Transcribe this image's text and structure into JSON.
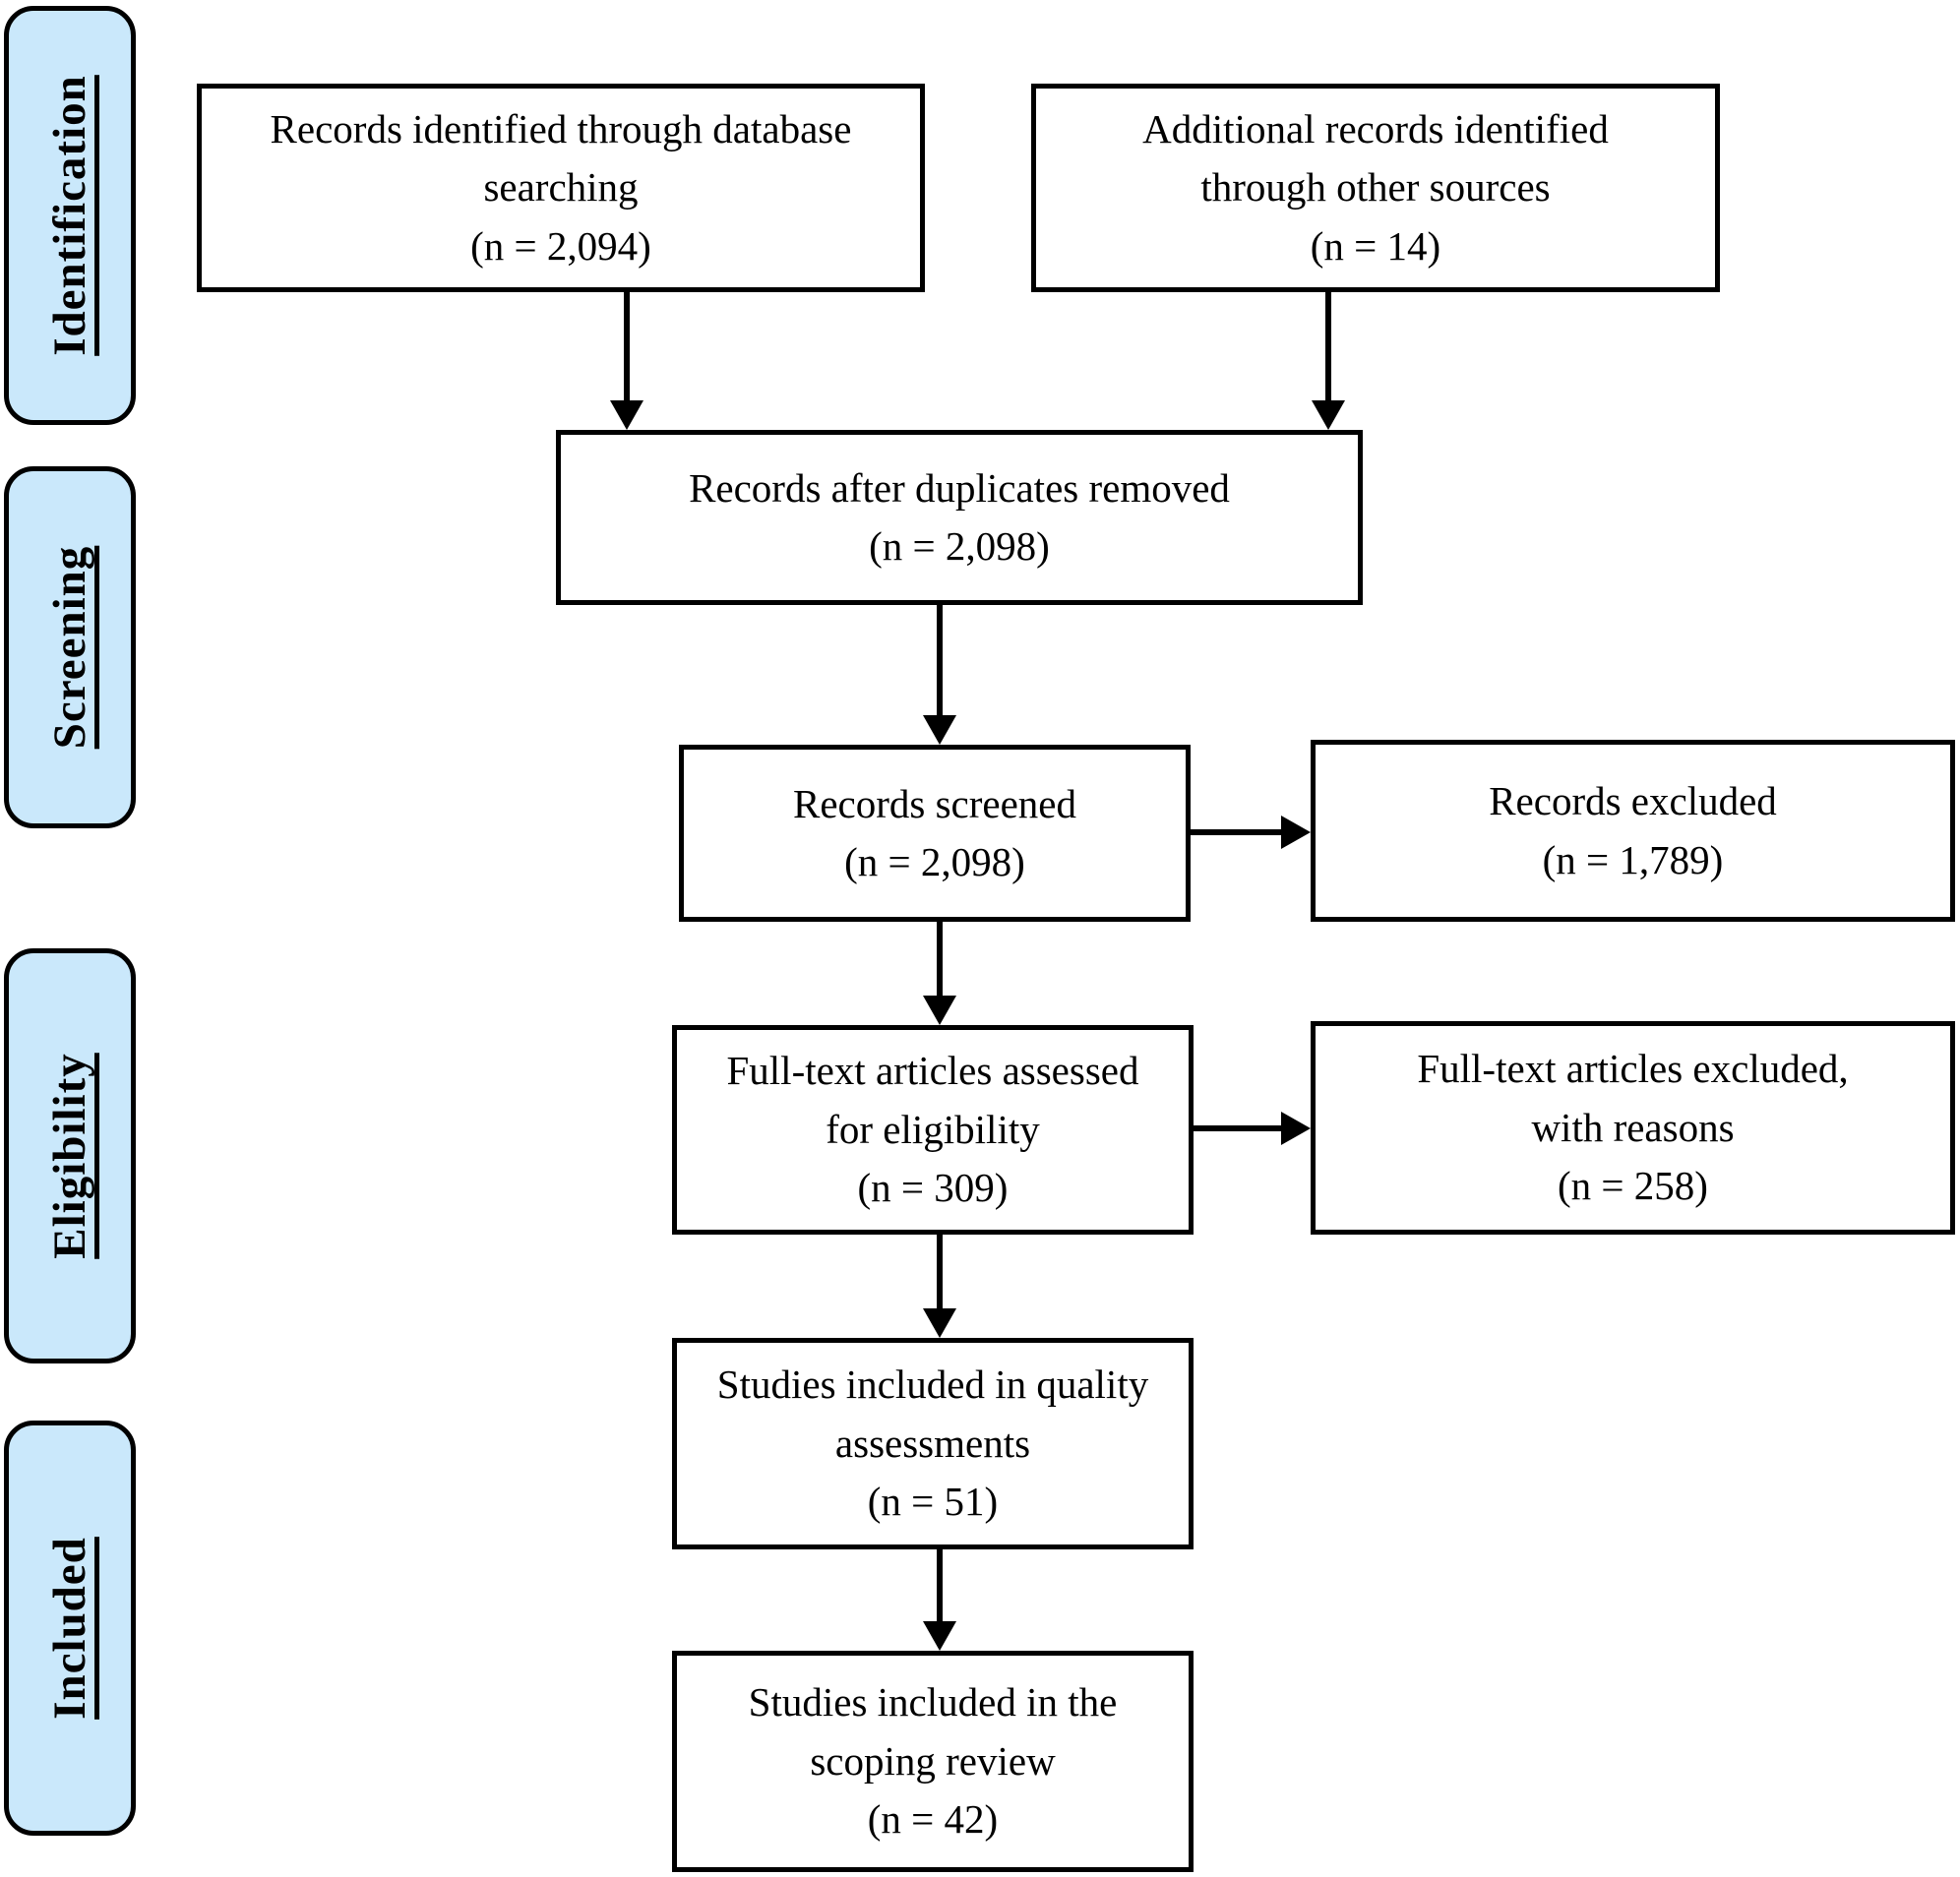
{
  "sidebar": {
    "fill_color": "#cae8fb",
    "items": [
      {
        "label": "Identification"
      },
      {
        "label": "Screening"
      },
      {
        "label": "Eligibility"
      },
      {
        "label": "Included"
      }
    ]
  },
  "boxes": {
    "db_search": "Records identified through database\nsearching\n(n = 2,094)",
    "other_sources": "Additional records identified\nthrough other sources\n(n = 14)",
    "after_duplicates": "Records after duplicates removed\n(n = 2,098)",
    "screened": "Records screened\n(n = 2,098)",
    "excluded": "Records excluded\n(n = 1,789)",
    "fulltext_assessed": "Full-text articles assessed\nfor eligibility\n(n = 309)",
    "fulltext_excluded": "Full-text articles excluded,\nwith reasons\n(n = 258)",
    "quality_assessments": "Studies included in quality\nassessments\n(n = 51)",
    "scoping_review": "Studies included in the\nscoping review\n(n = 42)"
  }
}
